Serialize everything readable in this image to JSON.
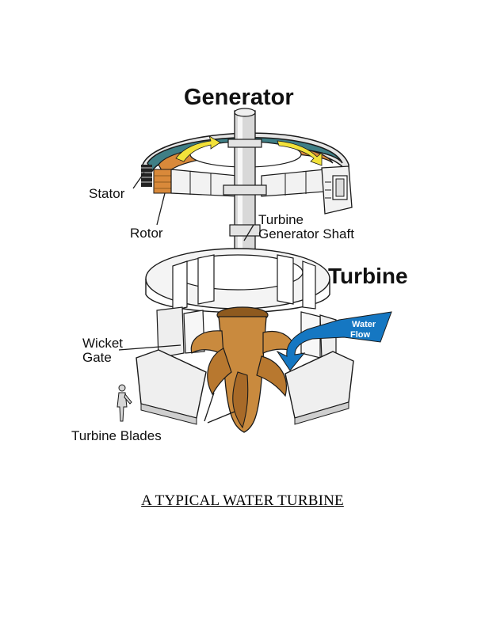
{
  "diagram": {
    "labels": {
      "generator": "Generator",
      "stator": "Stator",
      "rotor": "Rotor",
      "shaft_line1": "Turbine",
      "shaft_line2": "Generator Shaft",
      "turbine": "Turbine",
      "wicket_line1": "Wicket",
      "wicket_line2": "Gate",
      "water_line1": "Water",
      "water_line2": "Flow",
      "blades": "Turbine Blades"
    },
    "colors": {
      "outline": "#1a1a1a",
      "housing": "#f2f2f2",
      "housing_shade": "#cfcfcf",
      "blade": "#c98a3e",
      "blade_dark": "#8e5a1f",
      "stator_teal": "#3f7f86",
      "rotor_orange": "#d9893a",
      "arrow_yellow": "#f2e23a",
      "water_blue": "#1577c2",
      "shaft": "#d8d8d8"
    }
  },
  "caption": "A TYPICAL WATER TURBINE"
}
